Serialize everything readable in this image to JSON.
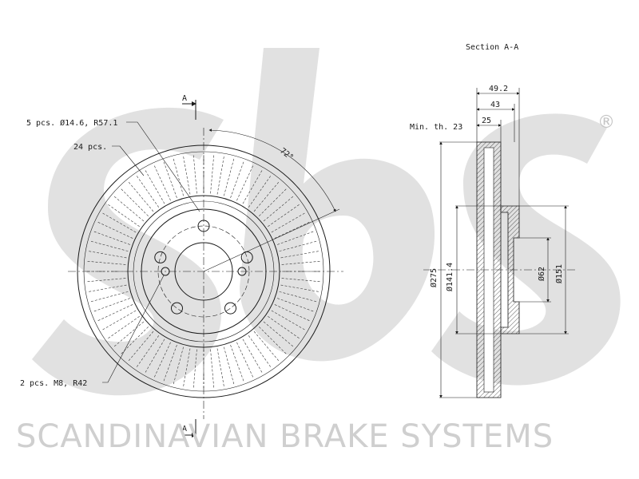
{
  "section_title": "Section A-A",
  "section_marks": {
    "top": "A",
    "bottom": "A"
  },
  "front_view": {
    "callout_bolts": "5 pcs. Ø14.6, R57.1",
    "callout_vanes": "24 pcs.",
    "callout_threads": "2 pcs. M8, R42",
    "angle": "72°"
  },
  "section_view": {
    "min_thickness": "Min. th. 23",
    "dim_overall_height": "49.2",
    "dim_hat_height": "43",
    "dim_disc_thickness": "25",
    "dim_outer_diameter": "Ø275",
    "dim_hat_diameter": "Ø141.4",
    "dim_center_bore": "Ø62",
    "dim_pilot_diameter": "Ø151"
  },
  "watermark": {
    "brand_text": "SCANDINAVIAN BRAKE SYSTEMS",
    "registered_mark": "®"
  }
}
